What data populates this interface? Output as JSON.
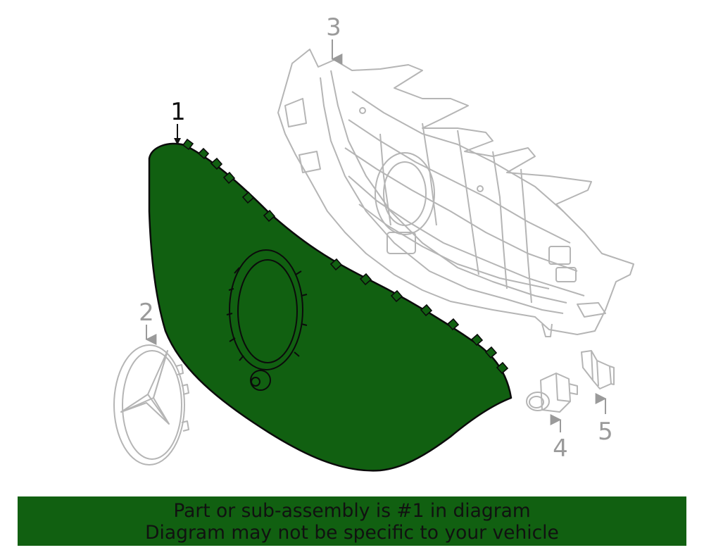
{
  "diagram": {
    "callouts": [
      {
        "number": "1",
        "part": "grille",
        "highlighted": true
      },
      {
        "number": "2",
        "part": "emblem",
        "highlighted": false
      },
      {
        "number": "3",
        "part": "grille-frame",
        "highlighted": false
      },
      {
        "number": "4",
        "part": "sensor",
        "highlighted": false
      },
      {
        "number": "5",
        "part": "bracket",
        "highlighted": false
      }
    ],
    "highlight_color": "#116011",
    "line_color": "#b5b5b5"
  },
  "banner": {
    "line1": "Part or sub-assembly is #1 in diagram",
    "line2": "Diagram may not be specific to your vehicle",
    "background": "#116011"
  }
}
